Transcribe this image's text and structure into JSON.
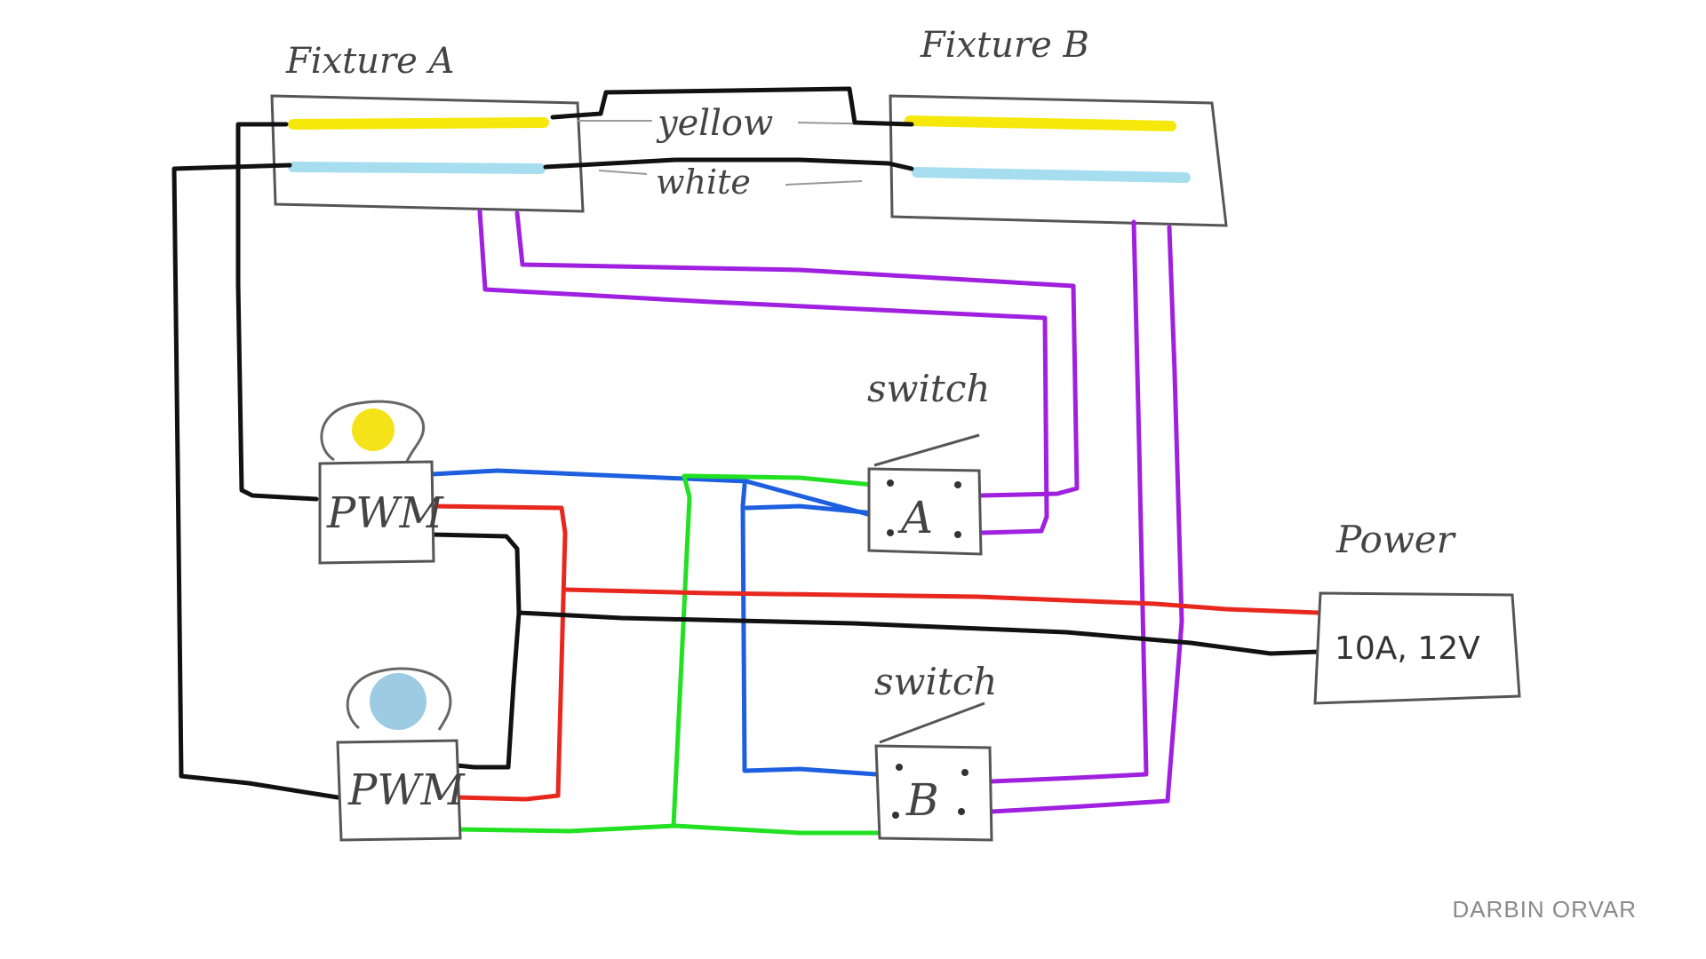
{
  "fixtures": {
    "a_label": "Fixture A",
    "b_label": "Fixture B"
  },
  "wire_labels": {
    "yellow": "yellow",
    "white": "white"
  },
  "pwm": {
    "top_label": "PWM",
    "bottom_label": "PWM"
  },
  "switches": {
    "a_caption": "switch",
    "a_label": "A",
    "b_caption": "switch",
    "b_label": "B"
  },
  "power": {
    "caption": "Power",
    "rating": "10A, 12V"
  },
  "watermark": "DARBIN ORVAR",
  "colors": {
    "black_wire": "#111111",
    "purple_wire": "#a020e0",
    "blue_wire": "#1e5fe0",
    "red_wire": "#e8281e",
    "green_wire": "#22e022",
    "yellow_strip": "#f5e80a",
    "white_strip": "#a6def0",
    "yellow_led": "#f5e31a",
    "blue_led": "#9ccbe3"
  }
}
